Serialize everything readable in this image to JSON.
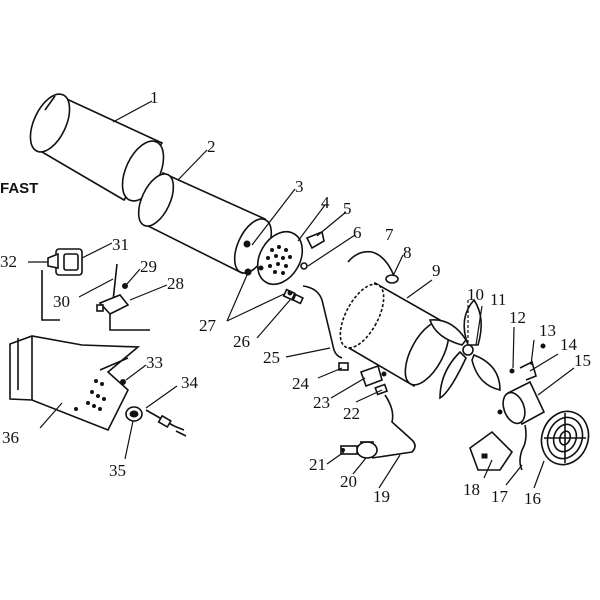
{
  "side_label": "FAST",
  "callouts": {
    "c1": "1",
    "c2": "2",
    "c3": "3",
    "c4": "4",
    "c5": "5",
    "c6": "6",
    "c7": "7",
    "c8": "8",
    "c9": "9",
    "c10": "10",
    "c11": "11",
    "c12": "12",
    "c13": "13",
    "c14": "14",
    "c15": "15",
    "c16": "16",
    "c17": "17",
    "c18": "18",
    "c19": "19",
    "c20": "20",
    "c21": "21",
    "c22": "22",
    "c23": "23",
    "c24": "24",
    "c25": "25",
    "c26": "26",
    "c27": "27",
    "c28": "28",
    "c29": "29",
    "c30": "30",
    "c31": "31",
    "c32": "32",
    "c33": "33",
    "c34": "34",
    "c35": "35",
    "c36": "36"
  }
}
